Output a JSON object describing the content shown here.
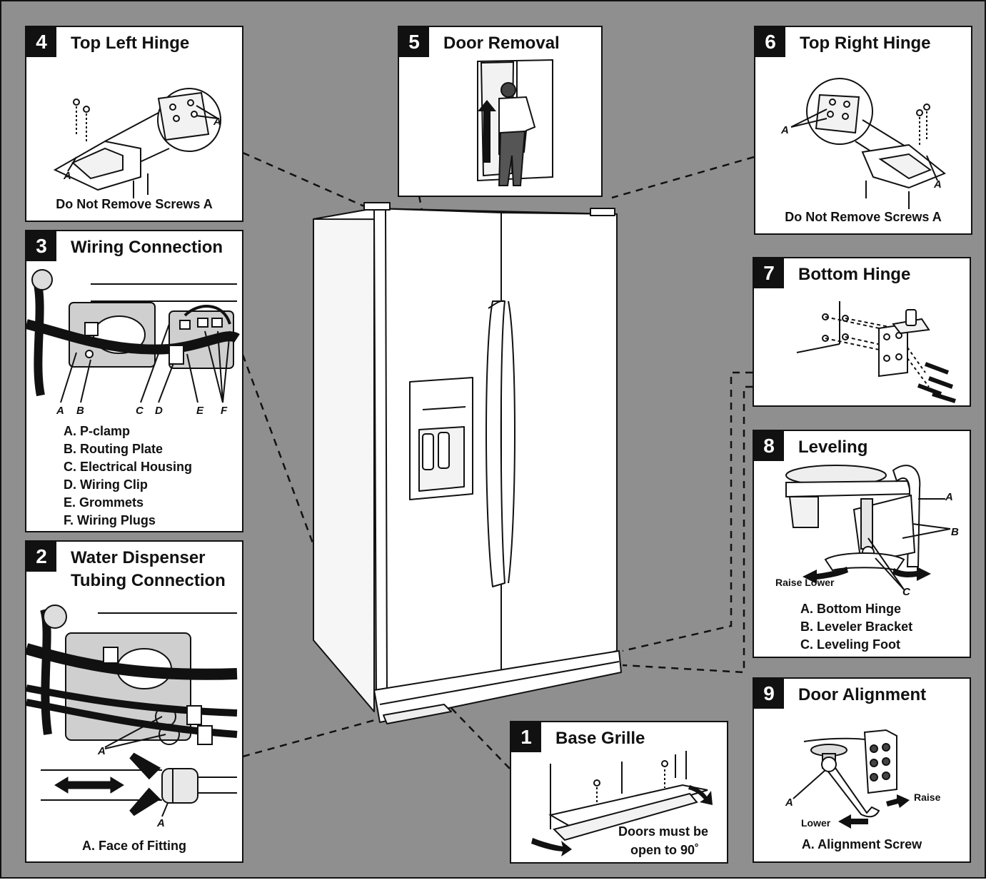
{
  "panels": {
    "p1": {
      "number": "1",
      "title": "Base Grille",
      "caption_line1": "Doors must be",
      "caption_line2": "open to 90˚"
    },
    "p2": {
      "number": "2",
      "title_line1": "Water Dispenser",
      "title_line2": "Tubing Connection",
      "label_a": "A",
      "caption": "A. Face of Fitting"
    },
    "p3": {
      "number": "3",
      "title": "Wiring Connection",
      "letters": [
        "A",
        "B",
        "C",
        "D",
        "E",
        "F"
      ],
      "legend": [
        "A. P-clamp",
        "B. Routing Plate",
        "C. Electrical Housing",
        "D. Wiring Clip",
        "E. Grommets",
        "F. Wiring Plugs"
      ]
    },
    "p4": {
      "number": "4",
      "title": "Top Left Hinge",
      "label_a": "A",
      "caption": "Do Not Remove Screws A"
    },
    "p5": {
      "number": "5",
      "title": "Door Removal"
    },
    "p6": {
      "number": "6",
      "title": "Top Right Hinge",
      "label_a": "A",
      "caption": "Do Not Remove Screws A"
    },
    "p7": {
      "number": "7",
      "title": "Bottom Hinge"
    },
    "p8": {
      "number": "8",
      "title": "Leveling",
      "label_a": "A",
      "label_b": "B",
      "label_c": "C",
      "raise_lower": "Raise Lower",
      "legend": [
        "A. Bottom Hinge",
        "B. Leveler Bracket",
        "C. Leveling Foot"
      ]
    },
    "p9": {
      "number": "9",
      "title": "Door Alignment",
      "label_a": "A",
      "raise": "Raise",
      "lower": "Lower",
      "caption": "A. Alignment Screw"
    }
  },
  "colors": {
    "background": "#8f8f8f",
    "panel": "#ffffff",
    "ink": "#111111",
    "number_badge": "#111111"
  }
}
